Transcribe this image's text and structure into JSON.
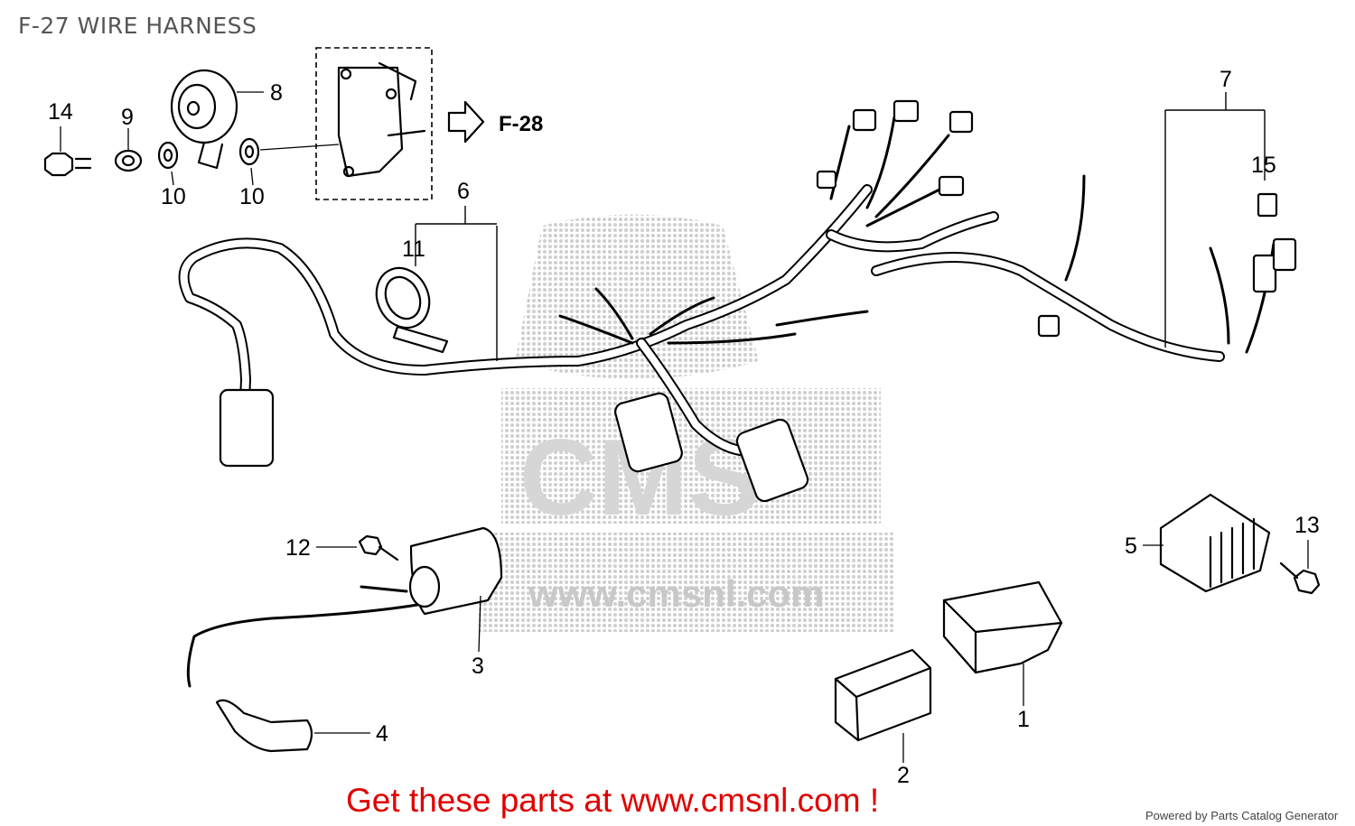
{
  "header": {
    "title": "F-27 WIRE HARNESS"
  },
  "diagram": {
    "reference": {
      "label": "F-28"
    },
    "callouts": [
      {
        "id": "c1",
        "text": "1"
      },
      {
        "id": "c2",
        "text": "2"
      },
      {
        "id": "c3",
        "text": "3"
      },
      {
        "id": "c4",
        "text": "4"
      },
      {
        "id": "c5",
        "text": "5"
      },
      {
        "id": "c6",
        "text": "6"
      },
      {
        "id": "c7",
        "text": "7"
      },
      {
        "id": "c8",
        "text": "8"
      },
      {
        "id": "c9",
        "text": "9"
      },
      {
        "id": "c10a",
        "text": "10"
      },
      {
        "id": "c10b",
        "text": "10"
      },
      {
        "id": "c11",
        "text": "11"
      },
      {
        "id": "c12",
        "text": "12"
      },
      {
        "id": "c13",
        "text": "13"
      },
      {
        "id": "c14",
        "text": "14"
      },
      {
        "id": "c15",
        "text": "15"
      }
    ],
    "watermark": {
      "text": "CMS",
      "url_text": "www.cmsnl.com"
    }
  },
  "cta": {
    "text": "Get these parts at www.cmsnl.com !"
  },
  "footer": {
    "text": "Powered by Parts Catalog Generator"
  },
  "colors": {
    "cta": "#e00000",
    "title": "#555555",
    "watermark": "#d6d6d6"
  }
}
